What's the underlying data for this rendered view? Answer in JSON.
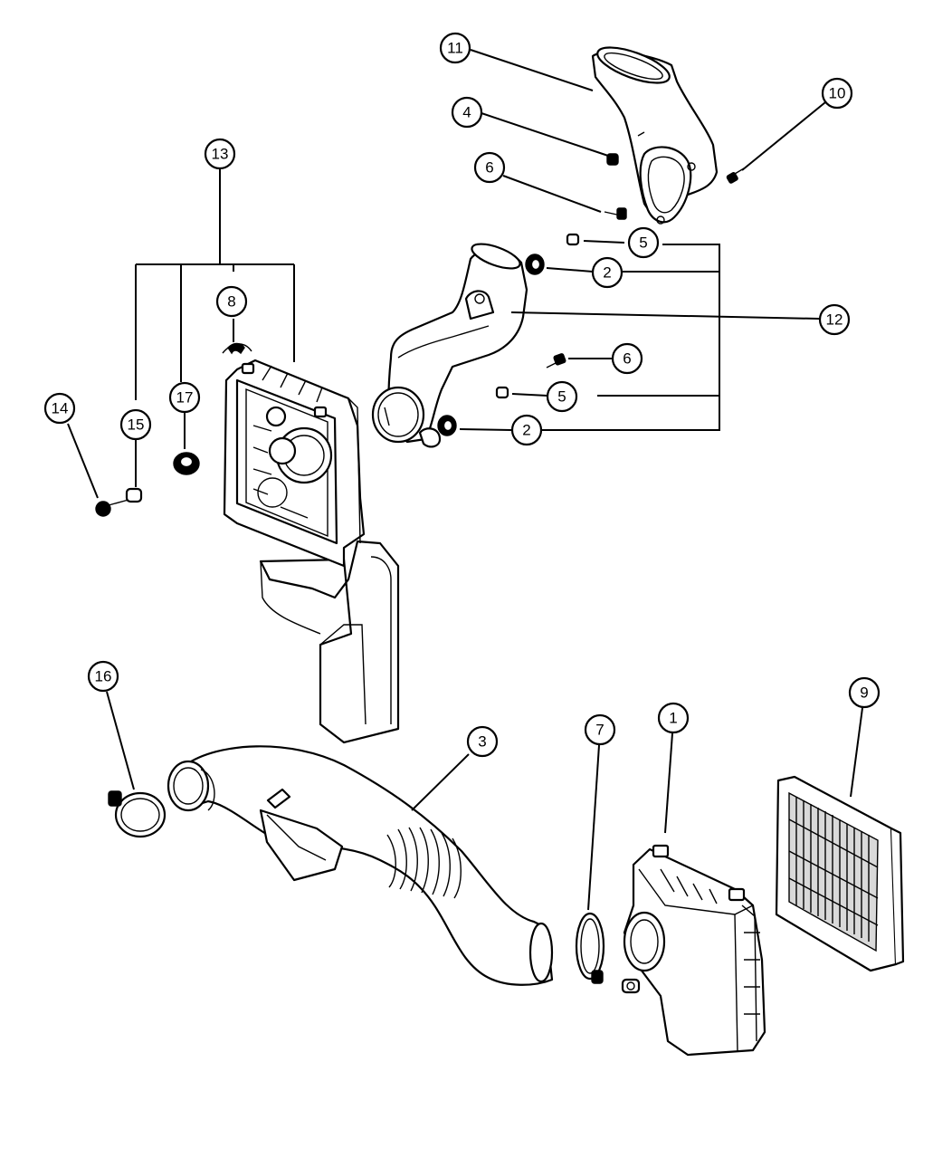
{
  "diagram": {
    "callouts": [
      {
        "id": "c11",
        "label": "11"
      },
      {
        "id": "c4",
        "label": "4"
      },
      {
        "id": "c10",
        "label": "10"
      },
      {
        "id": "c6a",
        "label": "6"
      },
      {
        "id": "c5a",
        "label": "5"
      },
      {
        "id": "c2a",
        "label": "2"
      },
      {
        "id": "c12",
        "label": "12"
      },
      {
        "id": "c13",
        "label": "13"
      },
      {
        "id": "c8",
        "label": "8"
      },
      {
        "id": "c6b",
        "label": "6"
      },
      {
        "id": "c5b",
        "label": "5"
      },
      {
        "id": "c2b",
        "label": "2"
      },
      {
        "id": "c14",
        "label": "14"
      },
      {
        "id": "c15",
        "label": "15"
      },
      {
        "id": "c17",
        "label": "17"
      },
      {
        "id": "c16",
        "label": "16"
      },
      {
        "id": "c3",
        "label": "3"
      },
      {
        "id": "c7",
        "label": "7"
      },
      {
        "id": "c1",
        "label": "1"
      },
      {
        "id": "c9",
        "label": "9"
      }
    ]
  }
}
